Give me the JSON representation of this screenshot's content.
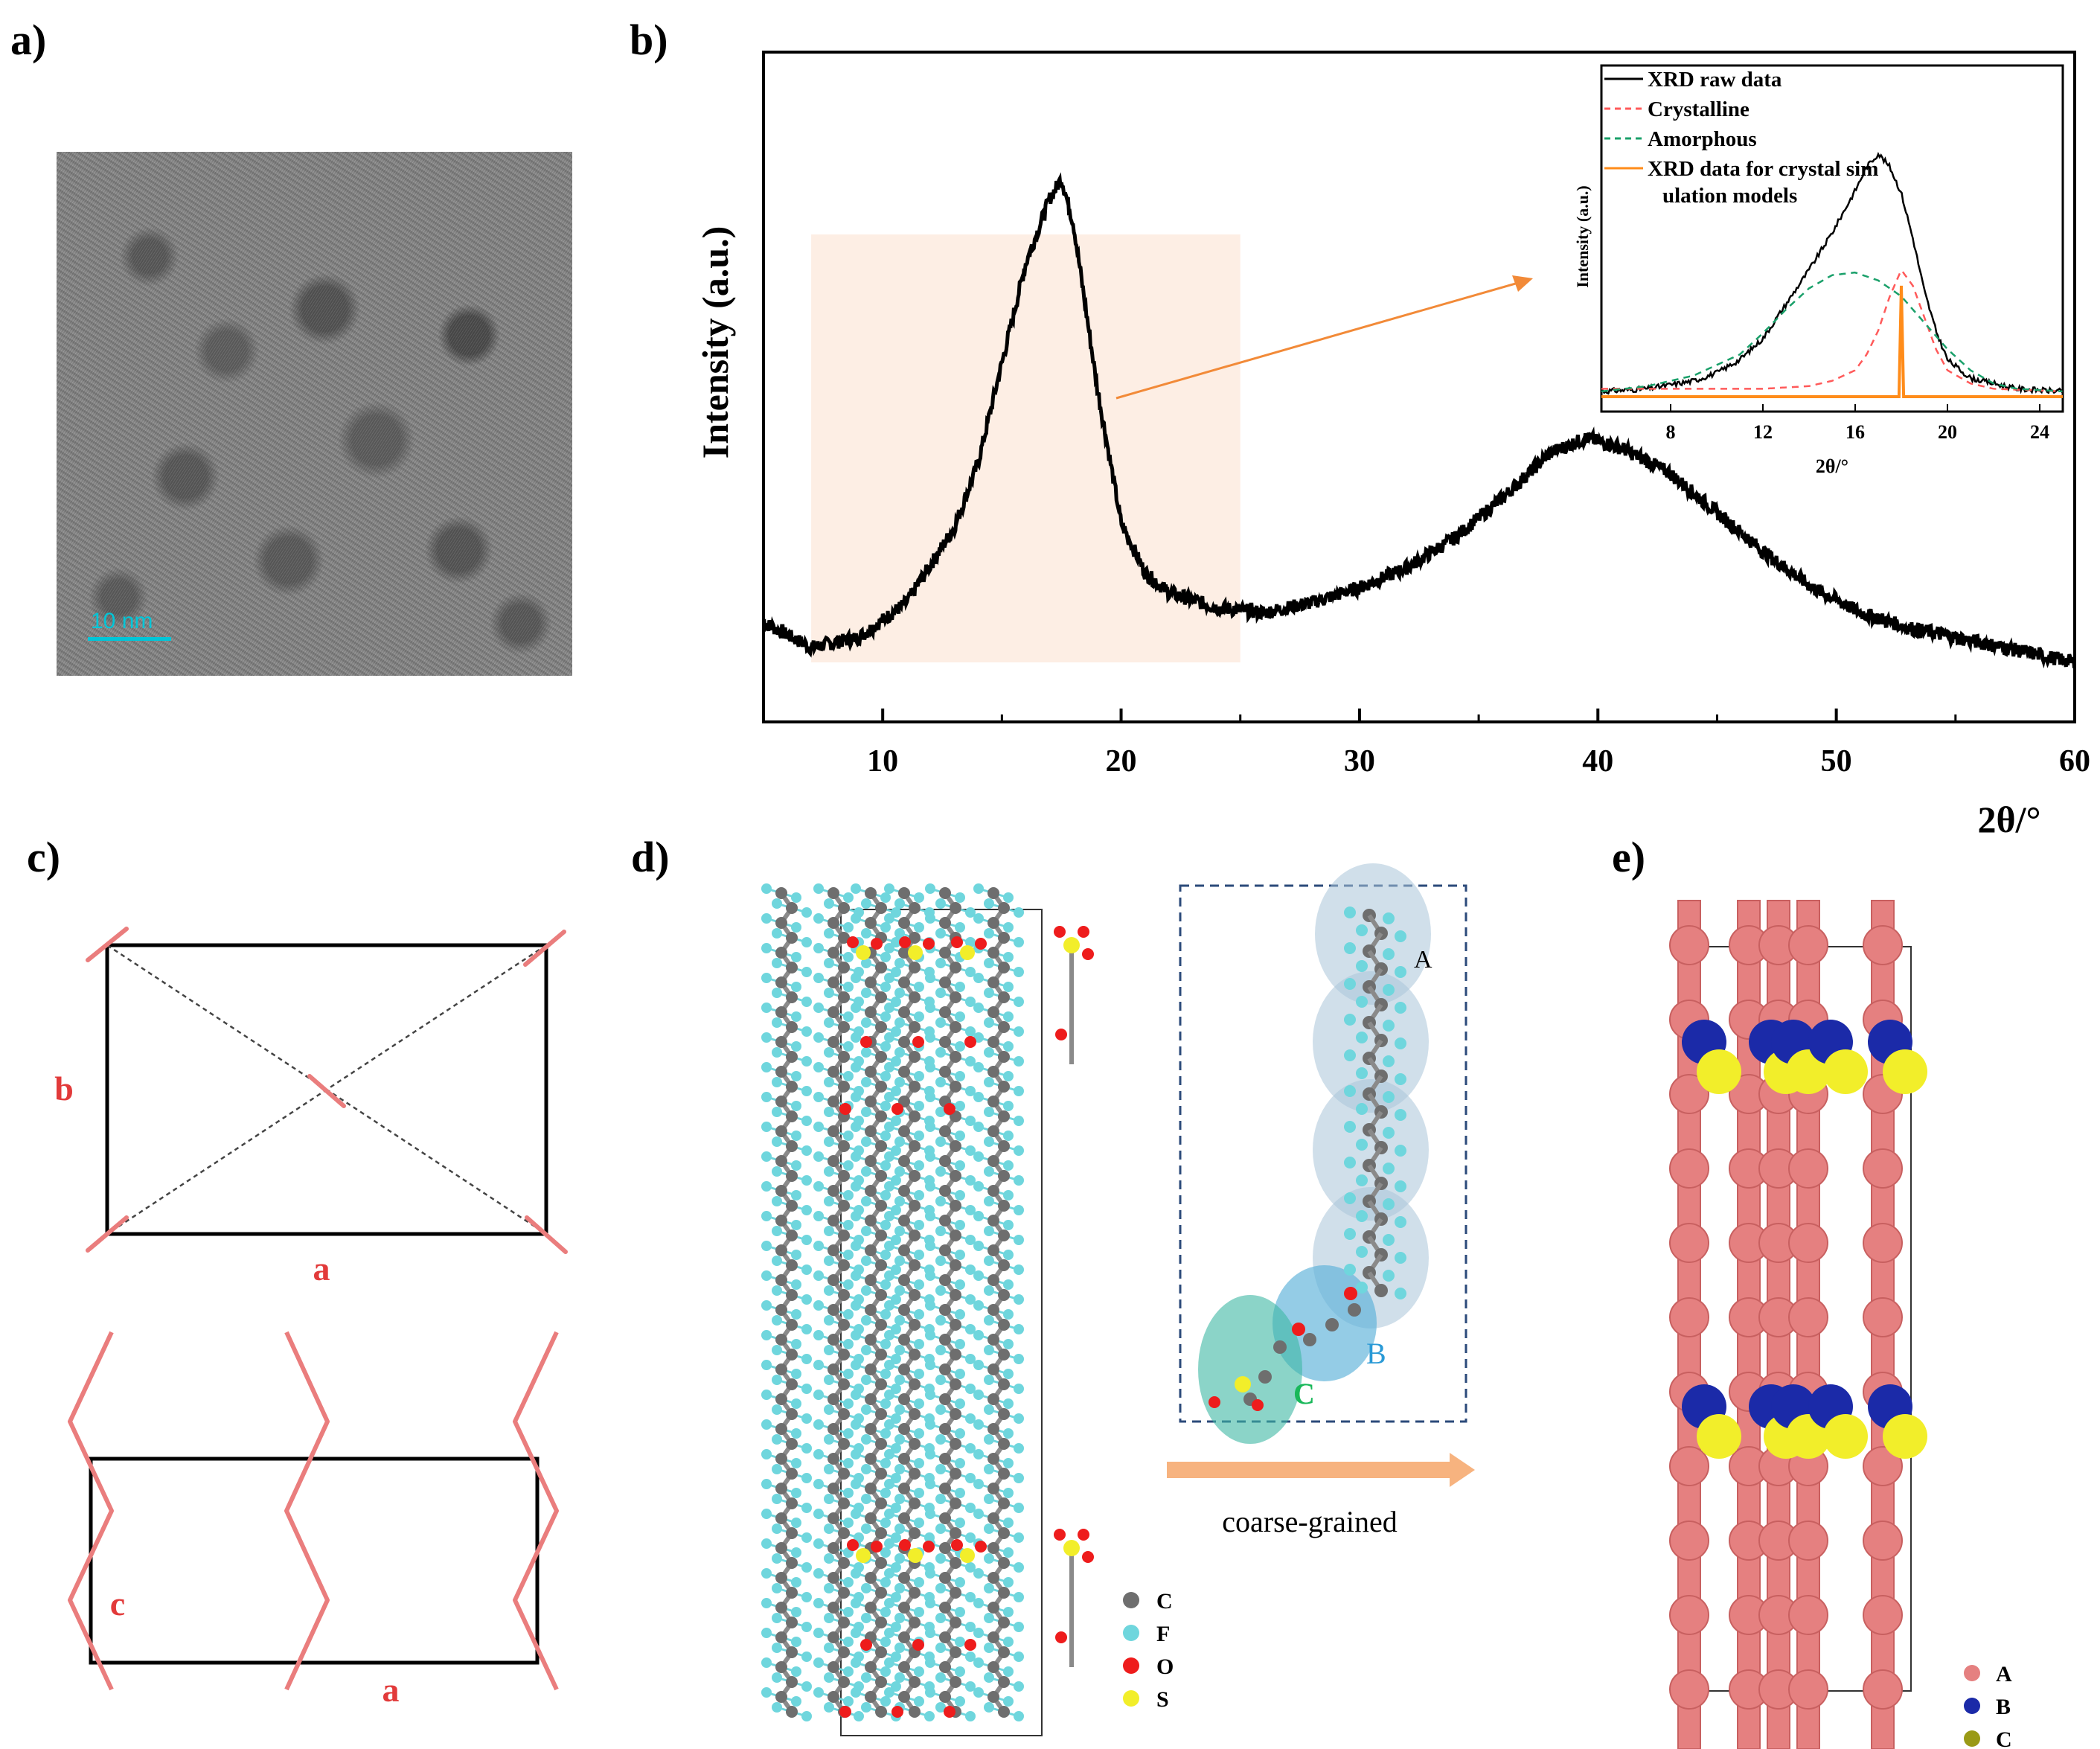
{
  "panels": {
    "a": {
      "label": "a)",
      "scale_text": "10 nm"
    },
    "b": {
      "label": "b)"
    },
    "c": {
      "label": "c)",
      "axis_b": "b",
      "axis_a_top": "a",
      "axis_c": "c",
      "axis_a_bottom": "a"
    },
    "d": {
      "label": "d)",
      "group_a": "A",
      "group_b": "B",
      "group_c": "C",
      "arrow_label": "coarse-grained",
      "legend": [
        {
          "label": "C",
          "color": "#6e6e6e"
        },
        {
          "label": "F",
          "color": "#6fd6dd"
        },
        {
          "label": "O",
          "color": "#ee1c1c"
        },
        {
          "label": "S",
          "color": "#f2ee2a"
        }
      ]
    },
    "e": {
      "label": "e)",
      "legend": [
        {
          "label": "A",
          "color": "#e58080"
        },
        {
          "label": "B",
          "color": "#1b2aa8"
        },
        {
          "label": "C",
          "color": "#9a9a16"
        }
      ]
    }
  },
  "chart_data": [
    {
      "type": "line",
      "xlabel": "2θ/°",
      "ylabel": "Intensity (a.u.)",
      "xlim": [
        5,
        60
      ],
      "xticks": [
        10,
        20,
        30,
        40,
        50,
        60
      ],
      "series": [
        {
          "x": [
            5,
            7,
            9,
            11,
            13,
            14,
            15,
            16,
            17,
            17.5,
            18,
            19,
            20,
            21,
            22,
            24,
            26,
            28,
            30,
            32,
            34,
            36,
            38,
            39.5,
            41,
            43,
            45,
            47,
            49,
            51,
            53,
            55,
            57,
            60
          ],
          "y": [
            0.08,
            0.03,
            0.05,
            0.12,
            0.27,
            0.4,
            0.6,
            0.8,
            0.93,
            0.97,
            0.88,
            0.55,
            0.28,
            0.18,
            0.14,
            0.11,
            0.1,
            0.12,
            0.15,
            0.19,
            0.25,
            0.33,
            0.42,
            0.45,
            0.43,
            0.38,
            0.3,
            0.22,
            0.15,
            0.1,
            0.07,
            0.05,
            0.03,
            0.0
          ]
        }
      ]
    },
    {
      "type": "line",
      "xlabel": "2θ/°",
      "ylabel": "Intensity (a.u.)",
      "xlim": [
        5,
        25
      ],
      "xticks": [
        8,
        12,
        16,
        20,
        24
      ],
      "legend": "top-right",
      "series": [
        {
          "name": "XRD raw data",
          "color": "#000000",
          "dash": false,
          "x": [
            5,
            7,
            9,
            10,
            11,
            12,
            13,
            14,
            15,
            16,
            16.5,
            17,
            17.5,
            18,
            18.5,
            19,
            19.5,
            20,
            21,
            22,
            23,
            25
          ],
          "y": [
            0.02,
            0.03,
            0.06,
            0.09,
            0.14,
            0.22,
            0.35,
            0.48,
            0.62,
            0.78,
            0.87,
            0.92,
            0.87,
            0.77,
            0.6,
            0.4,
            0.25,
            0.14,
            0.07,
            0.05,
            0.03,
            0.02
          ]
        },
        {
          "name": "Crystalline",
          "color": "#ff5a5a",
          "dash": true,
          "x": [
            5,
            12,
            14,
            15,
            16,
            16.5,
            17,
            17.5,
            18,
            18.5,
            19,
            19.5,
            20,
            21,
            22,
            25
          ],
          "y": [
            0.03,
            0.03,
            0.04,
            0.06,
            0.1,
            0.16,
            0.25,
            0.38,
            0.48,
            0.42,
            0.3,
            0.18,
            0.1,
            0.05,
            0.03,
            0.02
          ]
        },
        {
          "name": "Amorphous",
          "color": "#1aa06a",
          "dash": true,
          "x": [
            5,
            7,
            9,
            11,
            12,
            13,
            14,
            15,
            16,
            17,
            18,
            19,
            20,
            21,
            22,
            23,
            25
          ],
          "y": [
            0.02,
            0.04,
            0.08,
            0.16,
            0.24,
            0.33,
            0.41,
            0.46,
            0.47,
            0.44,
            0.38,
            0.28,
            0.18,
            0.1,
            0.05,
            0.03,
            0.02
          ]
        },
        {
          "name": "XRD data for crystal simulation models",
          "color": "#ff8c1a",
          "dash": false,
          "x": [
            5,
            17.9,
            18.0,
            18.1,
            25
          ],
          "y": [
            0.0,
            0.0,
            0.42,
            0.0,
            0.0
          ]
        }
      ]
    }
  ]
}
